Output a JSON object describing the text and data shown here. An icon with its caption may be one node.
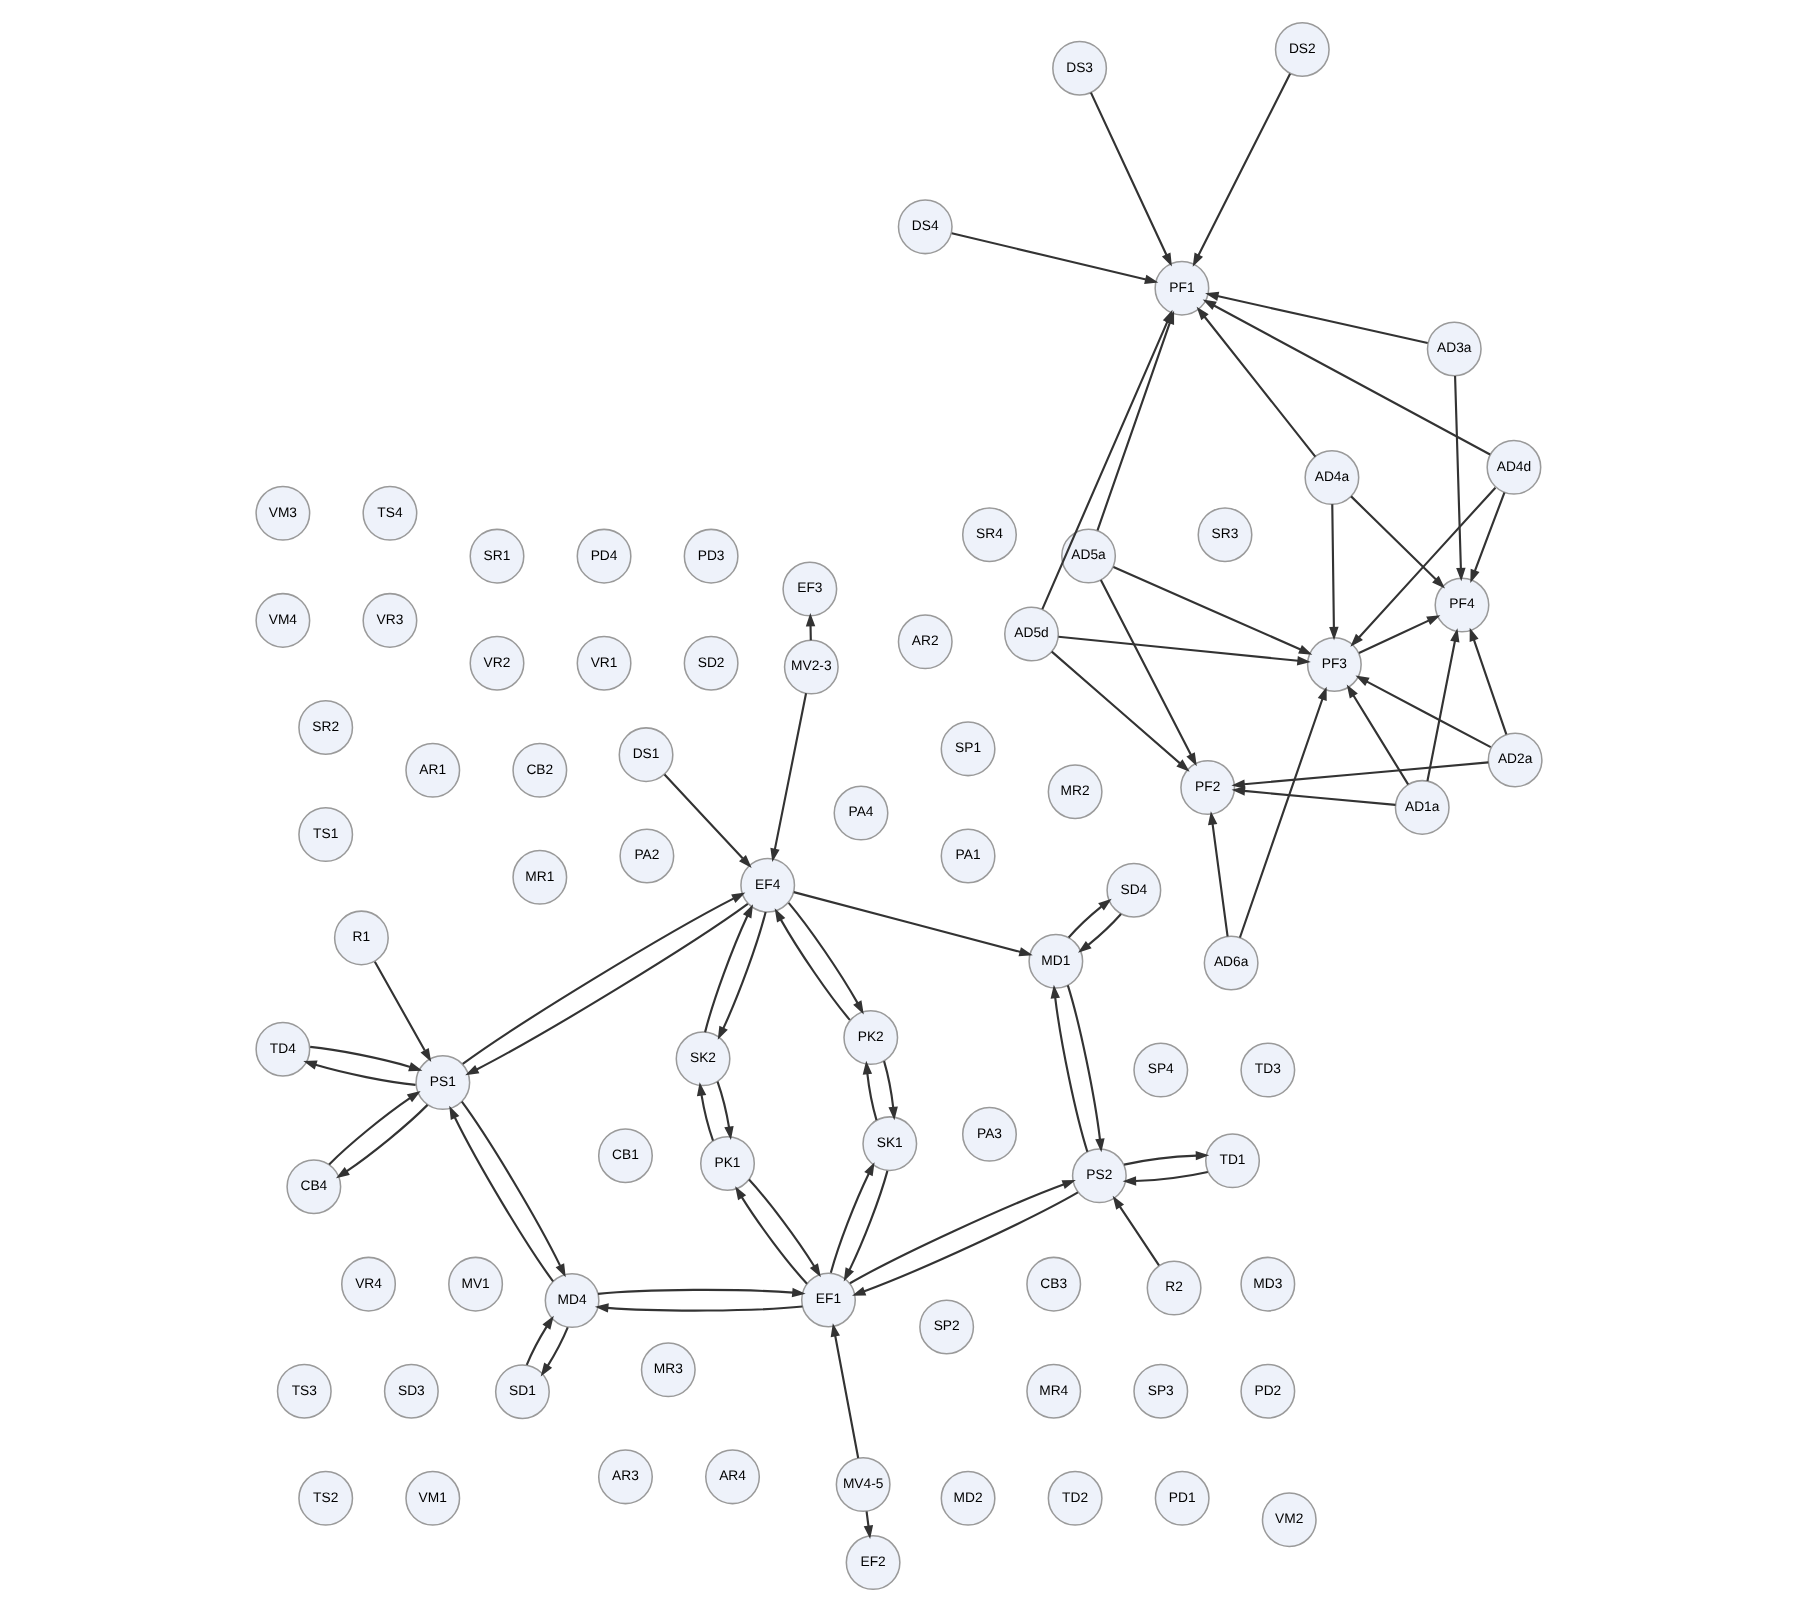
{
  "diagram": {
    "nodes": [
      {
        "text": [
          "MV4-5"
        ]
      },
      {
        "text": [
          "SK1"
        ]
      },
      {
        "text": [
          "EF2"
        ]
      },
      {
        "text": [
          "EF1"
        ]
      },
      {
        "text": [
          "R1"
        ]
      },
      {
        "text": [
          "MD4"
        ]
      },
      {
        "text": [
          "TD4"
        ]
      },
      {
        "text": [
          "TD1"
        ]
      },
      {
        "text": [
          "PK2"
        ]
      },
      {
        "text": [
          "PS2"
        ]
      },
      {
        "text": [
          "SD1"
        ]
      },
      {
        "text": [
          "PS1"
        ]
      },
      {
        "text": [
          "CB4"
        ]
      },
      {
        "text": [
          "PK1"
        ]
      },
      {
        "text": [
          "SK2"
        ]
      },
      {
        "text": [
          "R2"
        ]
      },
      {
        "text": [
          "EF4"
        ]
      },
      {
        "text": [
          "MD1"
        ]
      },
      {
        "text": [
          "DS1"
        ]
      },
      {
        "text": [
          "EF3"
        ]
      },
      {
        "text": [
          "MV2-3"
        ]
      },
      {
        "text": [
          "SD4"
        ]
      },
      {
        "text": [
          "PA1"
        ]
      },
      {
        "text": [
          "PA2"
        ]
      },
      {
        "text": [
          "CB1"
        ]
      },
      {
        "text": [
          "PA3"
        ]
      },
      {
        "text": [
          "PA4"
        ]
      },
      {
        "text": [
          "CB3"
        ]
      },
      {
        "text": [
          "CB2"
        ]
      },
      {
        "text": [
          "MR1"
        ]
      },
      {
        "text": [
          "MR2"
        ]
      },
      {
        "text": [
          "SP1"
        ]
      },
      {
        "text": [
          "SP2"
        ]
      },
      {
        "text": [
          "MV1"
        ]
      },
      {
        "text": [
          "MR3"
        ]
      },
      {
        "text": [
          "MR4"
        ]
      },
      {
        "text": [
          "SP3"
        ]
      },
      {
        "text": [
          "SP4"
        ]
      },
      {
        "text": [
          "SD2"
        ]
      },
      {
        "text": [
          "VR1"
        ]
      },
      {
        "text": [
          "VR2"
        ]
      },
      {
        "text": [
          "AR1"
        ]
      },
      {
        "text": [
          "AR2"
        ]
      },
      {
        "text": [
          "SD3"
        ]
      },
      {
        "text": [
          "VR3"
        ]
      },
      {
        "text": [
          "VR4"
        ]
      },
      {
        "text": [
          "AR3"
        ]
      },
      {
        "text": [
          "AR4"
        ]
      },
      {
        "text": [
          "MD2"
        ]
      },
      {
        "text": [
          "TD2"
        ]
      },
      {
        "text": [
          "PD1"
        ]
      },
      {
        "text": [
          "PD2"
        ]
      },
      {
        "text": [
          "MD3"
        ]
      },
      {
        "text": [
          "TD3"
        ]
      },
      {
        "text": [
          "PD3"
        ]
      },
      {
        "text": [
          "PD4"
        ]
      },
      {
        "text": [
          "SR1"
        ]
      },
      {
        "text": [
          "SR2"
        ]
      },
      {
        "text": [
          "TS1"
        ]
      },
      {
        "text": [
          "TS2"
        ]
      },
      {
        "text": [
          "VM1"
        ]
      },
      {
        "text": [
          "VM2"
        ]
      },
      {
        "text": [
          "SR3"
        ]
      },
      {
        "text": [
          "SR4"
        ]
      },
      {
        "text": [
          "TS3"
        ]
      },
      {
        "text": [
          "TS4"
        ]
      },
      {
        "text": [
          "VM3"
        ]
      },
      {
        "text": [
          "VM4"
        ]
      },
      {
        "text": [
          "AD1a"
        ]
      },
      {
        "text": [
          "AD2a"
        ]
      },
      {
        "text": [
          "AD3a"
        ]
      },
      {
        "text": [
          "AD4a"
        ]
      },
      {
        "text": [
          "AD4d"
        ]
      },
      {
        "text": [
          "AD5a"
        ]
      },
      {
        "text": [
          "AD5d"
        ]
      },
      {
        "text": [
          "AD6a"
        ]
      },
      {
        "text": [
          "PF4"
        ]
      },
      {
        "text": [
          "PF3"
        ]
      },
      {
        "text": [
          "PF2"
        ]
      },
      {
        "text": [
          "PF1"
        ]
      },
      {
        "text": [
          "DS2"
        ]
      },
      {
        "text": [
          "DS3"
        ]
      },
      {
        "text": [
          "DS4"
        ]
      }
    ],
    "edges": [
      {
        "from": 0,
        "to": 2,
        "arrow": "to"
      },
      {
        "from": 0,
        "to": 3,
        "arrow": "to"
      },
      {
        "from": 3,
        "to": 1,
        "arrow": "to"
      },
      {
        "from": 1,
        "to": 3,
        "arrow": "to"
      },
      {
        "from": 5,
        "to": 3,
        "arrow": "to"
      },
      {
        "from": 3,
        "to": 5,
        "arrow": "to"
      },
      {
        "from": 9,
        "to": 3,
        "arrow": "to"
      },
      {
        "from": 3,
        "to": 9,
        "arrow": "to"
      },
      {
        "from": 13,
        "to": 3,
        "arrow": "to"
      },
      {
        "from": 3,
        "to": 13,
        "arrow": "to"
      },
      {
        "from": 7,
        "to": 9,
        "arrow": "to"
      },
      {
        "from": 9,
        "to": 7,
        "arrow": "to"
      },
      {
        "from": 15,
        "to": 9,
        "arrow": "to"
      },
      {
        "from": 9,
        "to": 17,
        "arrow": "to"
      },
      {
        "from": 17,
        "to": 9,
        "arrow": "to"
      },
      {
        "from": 13,
        "to": 14,
        "arrow": "to"
      },
      {
        "from": 14,
        "to": 13,
        "arrow": "to"
      },
      {
        "from": 14,
        "to": 16,
        "arrow": "to"
      },
      {
        "from": 16,
        "to": 14,
        "arrow": "to"
      },
      {
        "from": 16,
        "to": 17,
        "arrow": "to"
      },
      {
        "from": 17,
        "to": 21,
        "arrow": "to"
      },
      {
        "from": 21,
        "to": 17,
        "arrow": "to"
      },
      {
        "from": 5,
        "to": 10,
        "arrow": "to"
      },
      {
        "from": 10,
        "to": 5,
        "arrow": "to"
      },
      {
        "from": 5,
        "to": 11,
        "arrow": "to"
      },
      {
        "from": 11,
        "to": 5,
        "arrow": "to"
      },
      {
        "from": 4,
        "to": 11,
        "arrow": "to"
      },
      {
        "from": 11,
        "to": 6,
        "arrow": "to"
      },
      {
        "from": 6,
        "to": 11,
        "arrow": "to"
      },
      {
        "from": 11,
        "to": 12,
        "arrow": "to"
      },
      {
        "from": 12,
        "to": 11,
        "arrow": "to"
      },
      {
        "from": 11,
        "to": 16,
        "arrow": "to"
      },
      {
        "from": 16,
        "to": 11,
        "arrow": "to"
      },
      {
        "from": 1,
        "to": 8,
        "arrow": "to"
      },
      {
        "from": 8,
        "to": 1,
        "arrow": "to"
      },
      {
        "from": 8,
        "to": 16,
        "arrow": "to"
      },
      {
        "from": 16,
        "to": 8,
        "arrow": "to"
      },
      {
        "from": 18,
        "to": 16,
        "arrow": "to"
      },
      {
        "from": 20,
        "to": 16,
        "arrow": "to"
      },
      {
        "from": 20,
        "to": 19,
        "arrow": "to"
      },
      {
        "from": 68,
        "to": 76,
        "arrow": "to"
      },
      {
        "from": 68,
        "to": 77,
        "arrow": "to"
      },
      {
        "from": 68,
        "to": 78,
        "arrow": "to"
      },
      {
        "from": 69,
        "to": 76,
        "arrow": "to"
      },
      {
        "from": 69,
        "to": 77,
        "arrow": "to"
      },
      {
        "from": 69,
        "to": 78,
        "arrow": "to"
      },
      {
        "from": 70,
        "to": 76,
        "arrow": "to"
      },
      {
        "from": 70,
        "to": 79,
        "arrow": "to"
      },
      {
        "from": 71,
        "to": 76,
        "arrow": "to"
      },
      {
        "from": 71,
        "to": 77,
        "arrow": "to"
      },
      {
        "from": 71,
        "to": 79,
        "arrow": "to"
      },
      {
        "from": 72,
        "to": 76,
        "arrow": "to"
      },
      {
        "from": 72,
        "to": 77,
        "arrow": "to"
      },
      {
        "from": 72,
        "to": 79,
        "arrow": "to"
      },
      {
        "from": 73,
        "to": 77,
        "arrow": "to"
      },
      {
        "from": 73,
        "to": 78,
        "arrow": "to"
      },
      {
        "from": 73,
        "to": 79,
        "arrow": "to"
      },
      {
        "from": 74,
        "to": 77,
        "arrow": "to"
      },
      {
        "from": 74,
        "to": 78,
        "arrow": "to"
      },
      {
        "from": 74,
        "to": 79,
        "arrow": "to"
      },
      {
        "from": 75,
        "to": 77,
        "arrow": "to"
      },
      {
        "from": 75,
        "to": 78,
        "arrow": "to"
      },
      {
        "from": 77,
        "to": 76,
        "arrow": "to"
      },
      {
        "from": 80,
        "to": 79,
        "arrow": "to"
      },
      {
        "from": 81,
        "to": 79,
        "arrow": "to"
      },
      {
        "from": 82,
        "to": 79,
        "arrow": "to"
      }
    ]
  }
}
